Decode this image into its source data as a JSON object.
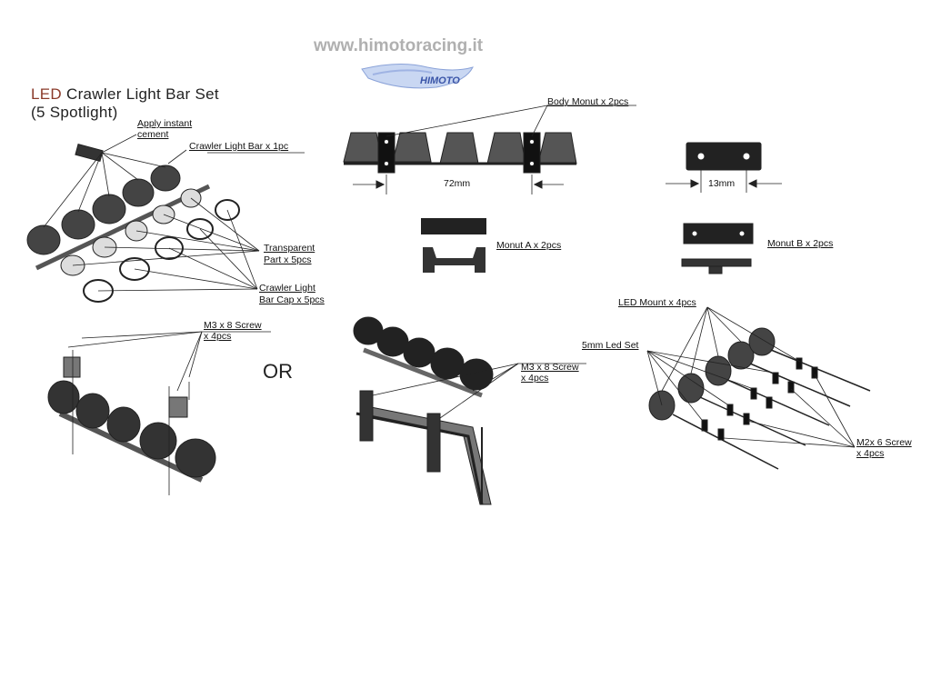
{
  "header": {
    "url": "www.himotoracing.it",
    "logo_text": "HIMOTO"
  },
  "title": {
    "line1_prefix": "LED",
    "line1_rest": "Crawler  Light  Bar Set",
    "line2": "(5 Spotlight)"
  },
  "labels": {
    "apply_cement_1": "Apply instant",
    "apply_cement_2": "cement",
    "crawler_light_bar": "Crawler Light Bar x 1pc",
    "transparent_1": "Transparent",
    "transparent_2": "Part x 5pcs",
    "bar_cap_1": "Crawler Light",
    "bar_cap_2": "Bar Cap x 5pcs",
    "body_mount": "Body Monut x 2pcs",
    "dim_72": "72mm",
    "dim_13": "13mm",
    "mount_a": "Monut A x 2pcs",
    "mount_b": "Monut B x 2pcs",
    "m3_screw_left_1": "M3 x 8 Screw",
    "m3_screw_left_2": "x 4pcs",
    "or": "OR",
    "m3_screw_mid_1": "M3 x 8 Screw",
    "m3_screw_mid_2": "x 4pcs",
    "led_mount": "LED Mount x 4pcs",
    "led_set": "5mm Led Set",
    "m2_screw_1": "M2x 6 Screw",
    "m2_screw_2": "x 4pcs"
  }
}
